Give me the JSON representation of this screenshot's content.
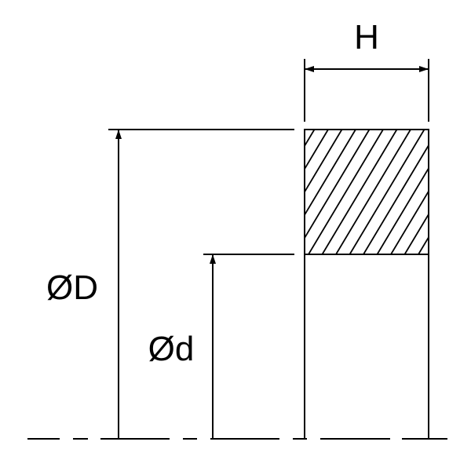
{
  "labels": {
    "height": "H",
    "outer_diameter": "ØD",
    "inner_diameter": "Ød"
  },
  "colors": {
    "line": "#000000",
    "background": "#ffffff"
  }
}
